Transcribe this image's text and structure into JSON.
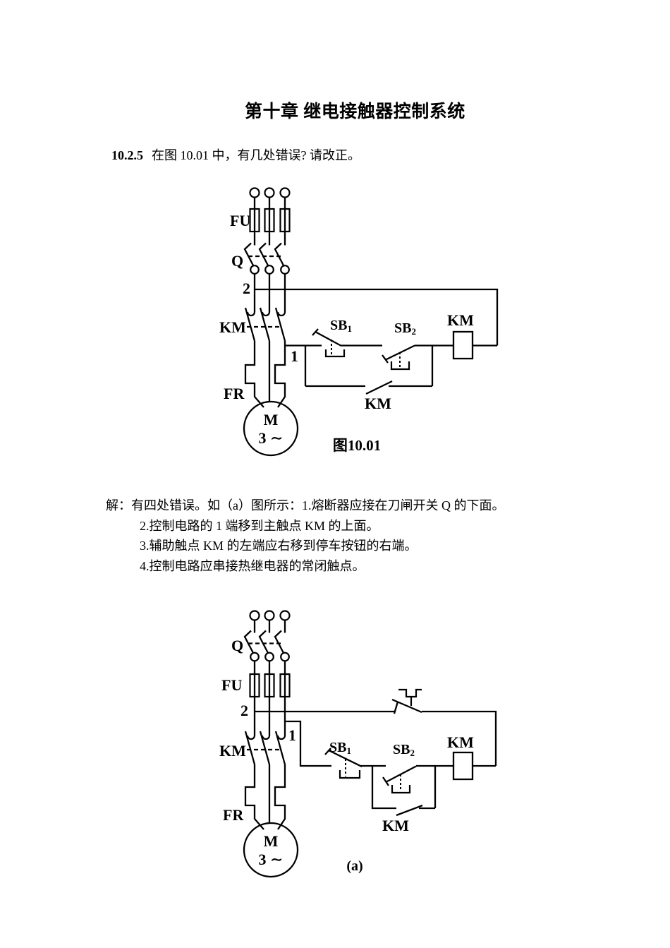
{
  "page": {
    "title": "第十章 继电接触器控制系统",
    "problem": {
      "number": "10.2.5",
      "text": "在图 10.01 中，有几处错误? 请改正。"
    },
    "solution": {
      "prefix": "解：",
      "lines": [
        "有四处错误。如（a）图所示：1.熔断器应接在刀闸开关 Q 的下面。",
        "2.控制电路的 1 端移到主触点 KM 的上面。",
        "3.辅助触点 KM 的左端应右移到停车按钮的右端。",
        "4.控制电路应串接热继电器的常闭触点。"
      ]
    }
  },
  "figure1": {
    "caption": "图10.01",
    "labels": {
      "fu": "FU",
      "q": "Q",
      "node2": "2",
      "km_main": "KM",
      "node1": "1",
      "sb1_base": "SB",
      "sb1_sub": "1",
      "sb2_base": "SB",
      "sb2_sub": "2",
      "km_coil": "KM",
      "km_aux": "KM",
      "fr": "FR",
      "motor_top": "M",
      "motor_bottom": "3 ∼"
    }
  },
  "figure2": {
    "caption": "(a)",
    "labels": {
      "fu": "FU",
      "q": "Q",
      "node2": "2",
      "km_main": "KM",
      "node1": "1",
      "sb1_base": "SB",
      "sb1_sub": "1",
      "sb2_base": "SB",
      "sb2_sub": "2",
      "km_coil": "KM",
      "km_aux": "KM",
      "fr": "FR",
      "motor_top": "M",
      "motor_bottom": "3 ∼"
    }
  }
}
